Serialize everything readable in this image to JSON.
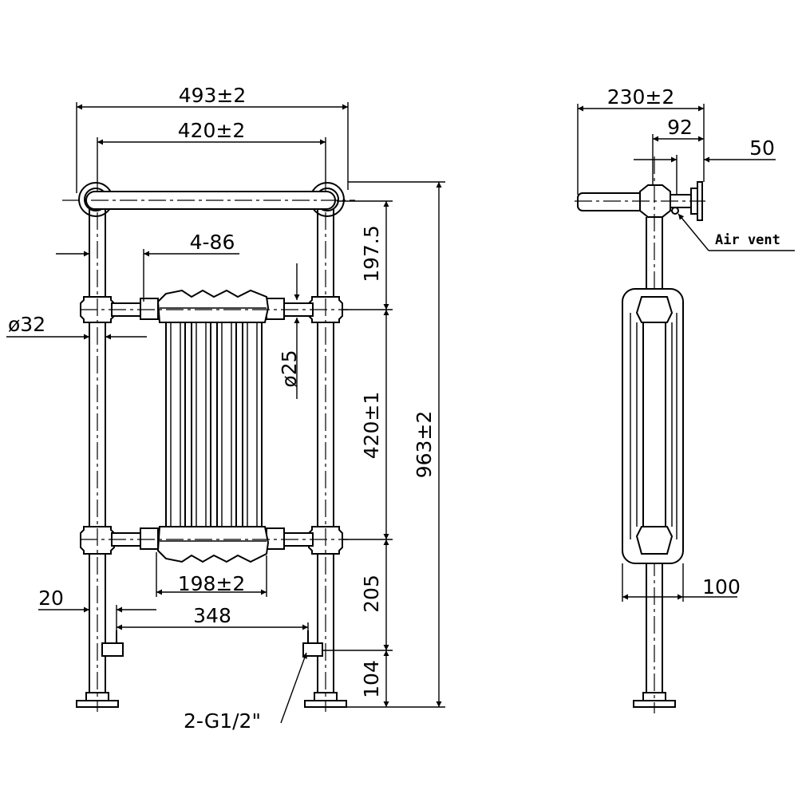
{
  "front_view": {
    "overall_width": "493±2",
    "rail_centers": "420±2",
    "rail_tube_to_radiator": "4-86",
    "rail_tube_diameter": "ø32",
    "connector_diameter": "ø25",
    "top_to_upper_row": "197.5",
    "row_centers": "420±1",
    "overall_height": "963±2",
    "radiator_width": "198±2",
    "lower_row_to_valve": "205",
    "valve_to_floor": "104",
    "pipe_offset": "20",
    "valve_centers": "348",
    "connection_spec": "2-G1/2\""
  },
  "side_view": {
    "overall_depth": "230±2",
    "depth_92": "92",
    "depth_50": "50",
    "air_vent_label": "Air vent",
    "radiator_depth": "100"
  }
}
